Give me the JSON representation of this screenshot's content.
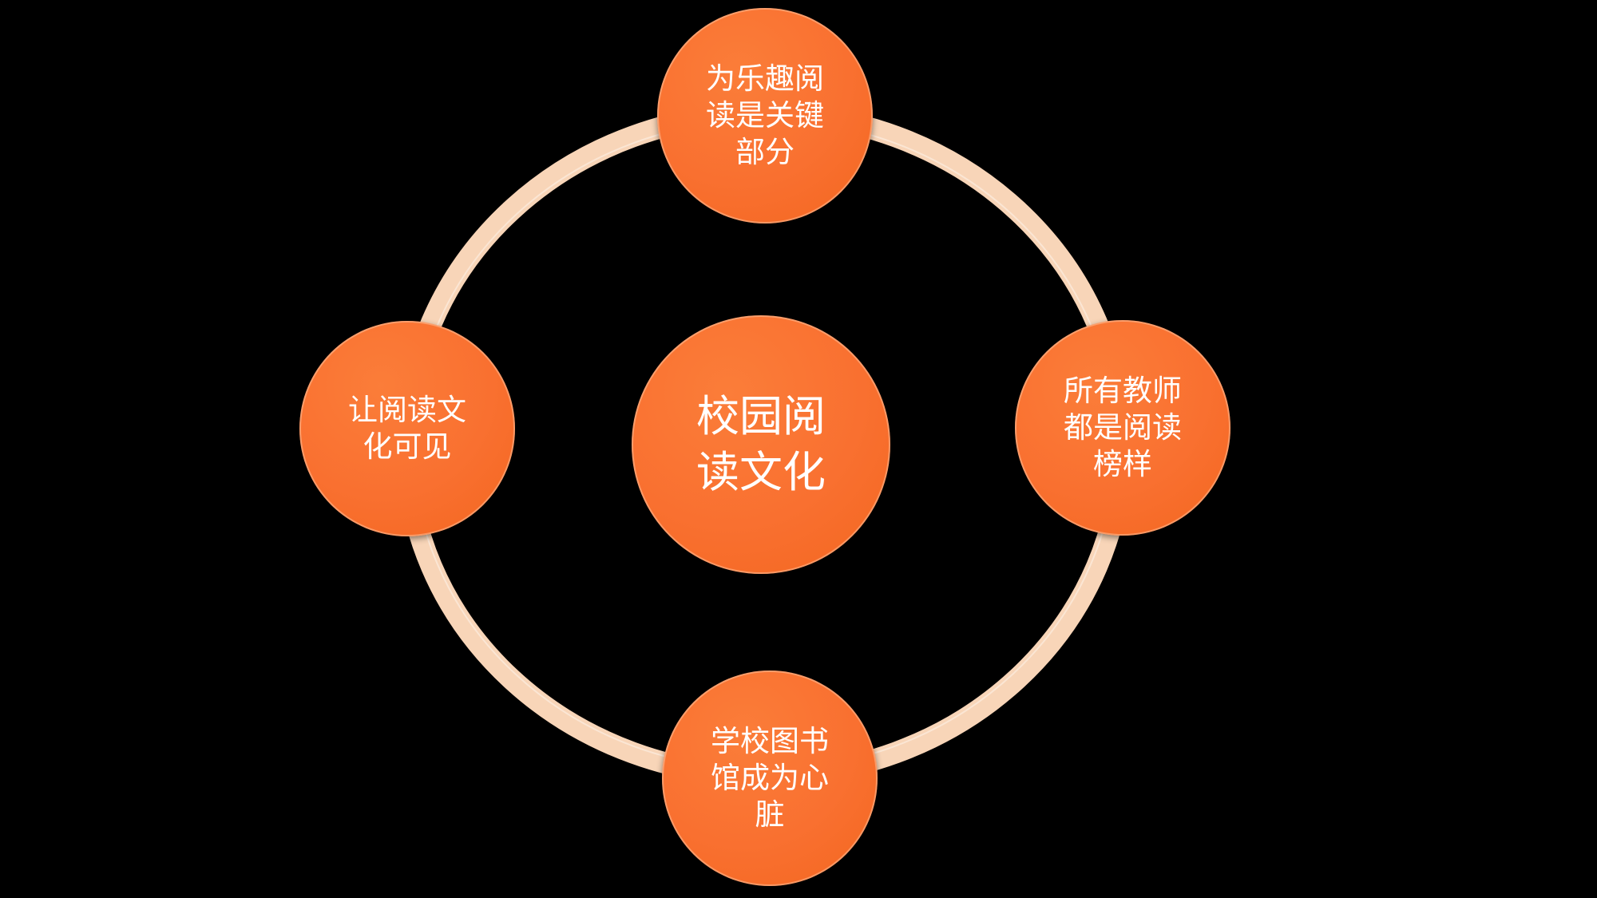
{
  "diagram": {
    "type": "cycle",
    "background_color": "#000000",
    "ring_color": "#F8D5B8",
    "ring_highlight_color": "#FFF3E6",
    "node_fill_color": "#F97030",
    "node_rim_color": "#FBDCC4",
    "text_color": "#FFFFFF",
    "center": {
      "text": "校园阅读文化",
      "lines": [
        "校园阅",
        "读文化"
      ]
    },
    "nodes": [
      {
        "position": "top",
        "text": "为乐趣阅读是关键部分",
        "lines": [
          "为乐趣阅",
          "读是关键",
          "部分"
        ]
      },
      {
        "position": "right",
        "text": "所有教师都是阅读榜样",
        "lines": [
          "所有教师",
          "都是阅读",
          "榜样"
        ]
      },
      {
        "position": "bottom",
        "text": "学校图书馆成为心脏",
        "lines": [
          "学校图书",
          "馆成为心",
          "脏"
        ]
      },
      {
        "position": "left",
        "text": "让阅读文化可见",
        "lines": [
          "让阅读文",
          "化可见"
        ]
      }
    ]
  }
}
